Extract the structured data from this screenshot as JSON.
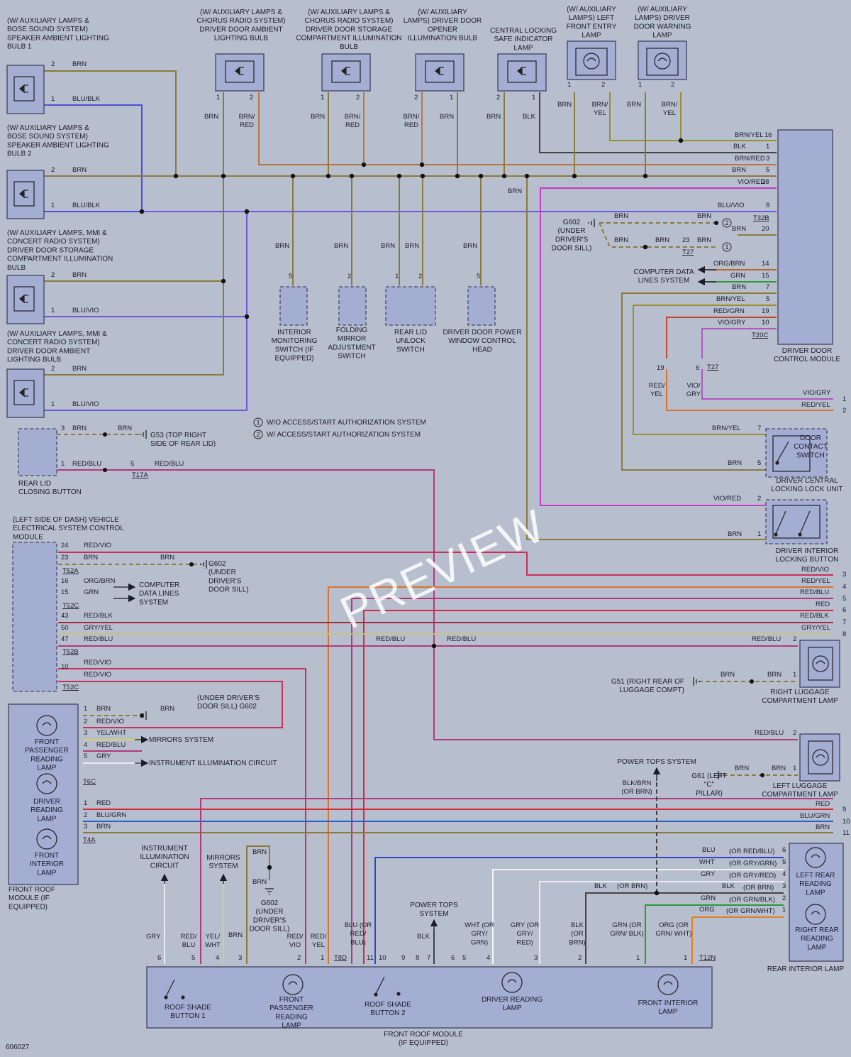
{
  "diagram_id": "606027",
  "watermark": "PREVIEW",
  "colors": {
    "brn": "#8b7a3c",
    "blu_blk": "#4b4fd8",
    "blu_vio": "#6a5ad8",
    "vio_red": "#c63cc0",
    "red_vio": "#c8305a",
    "red_blu": "#b23a7a",
    "red_yel": "#d9722c",
    "red": "#d42a3a",
    "blk": "#444444",
    "brn_yel": "#9a8f2a",
    "org_brn": "#b56a2a",
    "grn": "#2a9a3a",
    "vio_gry": "#b256c0",
    "gry": "#e9e9f0",
    "blu": "#3344cc",
    "blu_grn": "#2a60c8",
    "wht": "#f4f4f4",
    "org": "#e08020"
  },
  "components": {
    "spk_bulb1": "(W/ AUXILIARY LAMPS & BOSE SOUND SYSTEM) SPEAKER AMBIENT LIGHTING BULB 1",
    "spk_bulb2": "(W/ AUXILIARY LAMPS & BOSE SOUND SYSTEM) SPEAKER AMBIENT LIGHTING BULB 2",
    "storage_bulb_mmi": "(W/ AUXILIARY LAMPS, MMI & CONCERT RADIO SYSTEM) DRIVER DOOR STORAGE COMPARTMENT ILLUMINATION BULB",
    "ambient_bulb_mmi": "(W/ AUXILIARY LAMPS, MMI & CONCERT RADIO SYSTEM) DRIVER DOOR AMBIENT LIGHTING BULB",
    "dd_ambient_chorus": "(W/ AUXILIARY LAMPS & CHORUS RADIO SYSTEM) DRIVER DOOR AMBIENT LIGHTING BULB",
    "dd_storage_chorus": "(W/ AUXILIARY LAMPS & CHORUS RADIO SYSTEM) DRIVER DOOR STORAGE COMPARTMENT ILLUMINATION BULB",
    "opener_bulb": "(W/ AUXILIARY LAMPS) DRIVER DOOR OPENER ILLUMINATION BULB",
    "safe_lamp": "CENTRAL LOCKING SAFE INDICATOR LAMP",
    "entry_lamp": "(W/ AUXILIARY LAMPS) LEFT FRONT ENTRY LAMP",
    "warning_lamp": "(W/ AUXILIARY LAMPS) DRIVER DOOR WARNING LAMP",
    "interior_switch": "INTERIOR MONITORING SWITCH (IF EQUIPPED)",
    "folding_mirror": "FOLDING MIRROR ADJUSTMENT SWITCH",
    "rear_lid_unlock": "REAR LID UNLOCK SWITCH",
    "window_head": "DRIVER DOOR POWER WINDOW CONTROL HEAD",
    "dcm": "DRIVER DOOR CONTROL MODULE",
    "door_contact": "DOOR CONTACT SWITCH",
    "central_lock_unit": "DRIVER CENTRAL LOCKING LOCK UNIT",
    "locking_button": "DRIVER INTERIOR LOCKING BUTTON",
    "rear_lid_button": "REAR LID CLOSING BUTTON",
    "vescm": "(LEFT SIDE OF DASH) VEHICLE ELECTRICAL SYSTEM CONTROL MODULE",
    "right_luggage": "RIGHT LUGGAGE COMPARTMENT LAMP",
    "left_luggage": "LEFT LUGGAGE COMPARTMENT LAMP",
    "front_pass_lamp": "FRONT PASSENGER READING LAMP",
    "driver_reading": "DRIVER READING LAMP",
    "front_interior": "FRONT INTERIOR LAMP",
    "front_roof_module_left": "FRONT ROOF MODULE (IF EQUIPPED)",
    "front_roof_module": "FRONT ROOF MODULE (IF EQUIPPED)",
    "roof_shade1": "ROOF SHADE BUTTON 1",
    "roof_shade2": "ROOF SHADE BUTTON 2",
    "front_interior_lamp": "FRONT INTERIOR LAMP",
    "left_rear_reading": "LEFT REAR READING LAMP",
    "right_rear_reading": "RIGHT REAR READING LAMP",
    "rear_interior_lamp": "REAR INTERIOR LAMP"
  },
  "notes": {
    "n1": "W/O ACCESS/START AUTHORIZATION SYSTEM",
    "n2": "W/ ACCESS/START AUTHORIZATION SYSTEM",
    "n1_num": "1",
    "n2_num": "2"
  },
  "grounds": {
    "g53": "G53 (TOP RIGHT SIDE OF REAR LID)",
    "g602_door": "G602 (UNDER DRIVER'S DOOR SILL)",
    "g602_vescm": "G602 (UNDER DRIVER'S DOOR SILL)",
    "g602_roof": "(UNDER DRIVER'S DOOR SILL) G602",
    "g602_bottom": "G602 (UNDER DRIVER'S DOOR SILL)",
    "g51": "G51 (RIGHT REAR OF LUGGAGE COMPT)",
    "g61": "G61 (LEFT \"C\" PILLAR)"
  },
  "connectors": {
    "t32b": "T32B",
    "t27a": "T27",
    "t27b": "T27",
    "t20c": "T20C",
    "t17a": "T17A",
    "t52a": "T52A",
    "t52c_a": "T52C",
    "t52b": "T52B",
    "t52c_b": "T52C",
    "t6c": "T6C",
    "t4a": "T4A",
    "t8d": "T8D",
    "t12n": "T12N"
  },
  "systems": {
    "computer_data_1": "COMPUTER DATA LINES SYSTEM",
    "computer_data_2": "COMPUTER DATA LINES SYSTEM",
    "mirrors_system": "MIRRORS SYSTEM",
    "instr_circuit": "INSTRUMENT ILLUMINATION CIRCUIT",
    "power_tops_top": "POWER TOPS SYSTEM",
    "power_tops_bottom": "POWER TOPS SYSTEM",
    "instr_circuit_bottom": "INSTRUMENT ILLUMINATION CIRCUIT",
    "mirrors_bottom": "MIRRORS SYSTEM"
  },
  "wires": {
    "brn": "BRN",
    "blu_blk": "BLU/BLK",
    "blu_vio": "BLU/VIO",
    "brn_red": "BRN/ RED",
    "blk": "BLK",
    "brn_yel": "BRN/ YEL",
    "brn_yel2": "BRN/YEL",
    "brn_red2": "BRN/RED",
    "vio_red": "VIO/RED",
    "org_brn": "ORG/BRN",
    "grn": "GRN",
    "red_grn": "RED/GRN",
    "vio_gry": "VIO/GRY",
    "red_yel_v": "RED/ YEL",
    "vio_gry_v": "VIO/ GRY",
    "red_yel": "RED/YEL",
    "red_blu": "RED/BLU",
    "red_vio": "RED/VIO",
    "red_blk": "RED/BLK",
    "gry_yel": "GRY/YEL",
    "yel_wht": "YEL/WHT",
    "gry": "GRY",
    "red": "RED",
    "blu_grn": "BLU/GRN",
    "blu": "BLU",
    "wht": "WHT",
    "org": "ORG",
    "blk_brn": "BLK/BRN (OR BRN)",
    "or_brn": "(OR BRN)",
    "or_red_blu": "(OR RED/BLU)",
    "or_gry_grn": "(OR GRY/GRN)",
    "or_gry_red": "(OR GRY/RED)",
    "or_grn_blk": "(OR GRN/BLK)",
    "or_grn_wht": "(OR GRN/WHT)",
    "red_blu_v": "RED/ BLU",
    "yel_wht_v": "YEL/ WHT",
    "red_vio_v": "RED/ VIO",
    "blu_or": "BLU (OR RED/ BLU)",
    "wht_or": "WHT (OR GRY/ GRN)",
    "gry_or": "GRY (OR GRY/ RED)",
    "blk_or": "BLK (OR BRN)",
    "grn_or": "GRN (OR GRN/ BLK)",
    "org_or": "ORG (OR GRN/ WHT)"
  },
  "ref_numbers": [
    "1",
    "2",
    "3",
    "4",
    "5",
    "6",
    "7",
    "8",
    "9",
    "10",
    "11"
  ]
}
